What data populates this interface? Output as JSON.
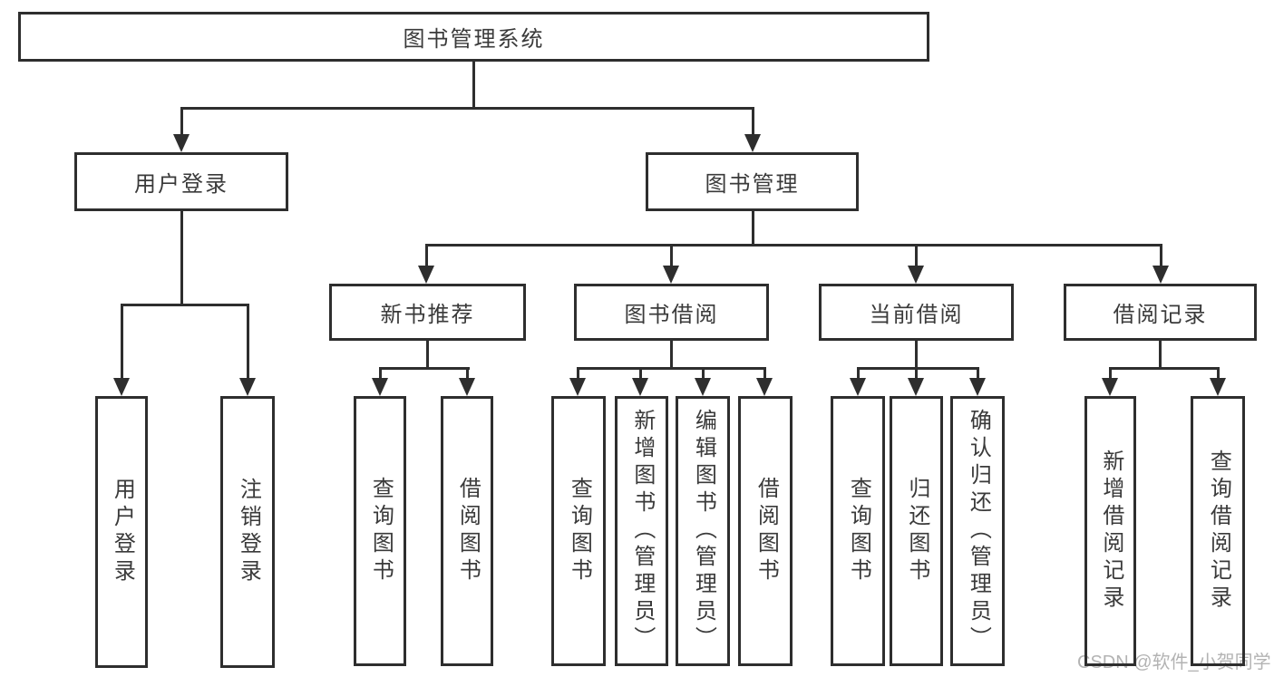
{
  "title": "图书管理系统",
  "watermark": "CSDN @软件_小贺同学",
  "colors": {
    "line": "#2e2e2e",
    "border": "#2e2e2e",
    "text": "#3a3a3a",
    "watermark": "#b3b3b3",
    "background": "#ffffff"
  },
  "nodes": {
    "root": "图书管理系统",
    "level2": {
      "user_login": "用户登录",
      "book_mgmt": "图书管理"
    },
    "level3": {
      "new_books": "新书推荐",
      "borrowing": "图书借阅",
      "current": "当前借阅",
      "records": "借阅记录"
    },
    "level4": {
      "g1b1": "用户登录",
      "g1b2": "注销登录",
      "g2b1": "查询图书",
      "g2b2": "借阅图书",
      "g3b1": "查询图书",
      "g3b2": "新增图书（管理员）",
      "g3b3": "编辑图书（管理员）",
      "g3b4": "借阅图书",
      "g4b1": "查询图书",
      "g4b2": "归还图书",
      "g4b3": "确认归还（管理员）",
      "g5b1": "新增借阅记录",
      "g5b2": "查询借阅记录"
    }
  },
  "hierarchy": [
    {
      "parent": "图书管理系统",
      "children": [
        "用户登录",
        "图书管理"
      ]
    },
    {
      "parent": "用户登录",
      "children": [
        "用户登录",
        "注销登录"
      ]
    },
    {
      "parent": "图书管理",
      "children": [
        "新书推荐",
        "图书借阅",
        "当前借阅",
        "借阅记录"
      ]
    },
    {
      "parent": "新书推荐",
      "children": [
        "查询图书",
        "借阅图书"
      ]
    },
    {
      "parent": "图书借阅",
      "children": [
        "查询图书",
        "新增图书（管理员）",
        "编辑图书（管理员）",
        "借阅图书"
      ]
    },
    {
      "parent": "当前借阅",
      "children": [
        "查询图书",
        "归还图书",
        "确认归还（管理员）"
      ]
    },
    {
      "parent": "借阅记录",
      "children": [
        "新增借阅记录",
        "查询借阅记录"
      ]
    }
  ]
}
